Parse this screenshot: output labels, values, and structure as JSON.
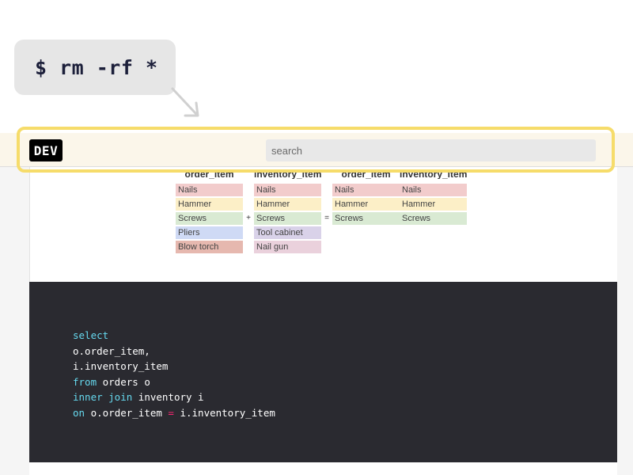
{
  "bubble": {
    "command": "$ rm -rf *"
  },
  "header": {
    "logo": "DEV",
    "search_placeholder": "search"
  },
  "diagram": {
    "headers": [
      "order_item",
      "inventory_item",
      "order_item",
      "inventory_item"
    ],
    "columns": [
      {
        "items": [
          {
            "label": "Nails",
            "color": "#f2cccc"
          },
          {
            "label": "Hammer",
            "color": "#fcefc7"
          },
          {
            "label": "Screws",
            "color": "#d9ead3"
          },
          {
            "label": "Pliers",
            "color": "#cfdaf5"
          },
          {
            "label": "Blow torch",
            "color": "#e6b8af"
          }
        ]
      },
      {
        "items": [
          {
            "label": "Nails",
            "color": "#f2cccc"
          },
          {
            "label": "Hammer",
            "color": "#fcefc7"
          },
          {
            "label": "Screws",
            "color": "#d9ead3"
          },
          {
            "label": "Tool cabinet",
            "color": "#d9d2e9"
          },
          {
            "label": "Nail gun",
            "color": "#ead1dc"
          }
        ]
      },
      {
        "items": [
          {
            "label": "Nails",
            "color": "#f2cccc"
          },
          {
            "label": "Hammer",
            "color": "#fcefc7"
          },
          {
            "label": "Screws",
            "color": "#d9ead3"
          }
        ]
      },
      {
        "items": [
          {
            "label": "Nails",
            "color": "#f2cccc"
          },
          {
            "label": "Hammer",
            "color": "#fcefc7"
          },
          {
            "label": "Screws",
            "color": "#d9ead3"
          }
        ]
      }
    ],
    "operators": [
      "+",
      "="
    ]
  },
  "code": {
    "line1_kw": "select",
    "line2": "o.order_item,",
    "line3": "i.inventory_item",
    "line4_kw": "from",
    "line4_rest": " orders o",
    "line5_kw": "inner join",
    "line5_rest": " inventory i",
    "line6_kw": "on",
    "line6_a": " o.order_item ",
    "line6_op": "=",
    "line6_b": " i.inventory_item"
  },
  "colors": {
    "highlight": "#f6dc6a",
    "header_bg": "#fbf6ea",
    "code_bg": "#2a2a30",
    "code_keyword": "#66d9ef",
    "code_operator": "#f92672"
  }
}
